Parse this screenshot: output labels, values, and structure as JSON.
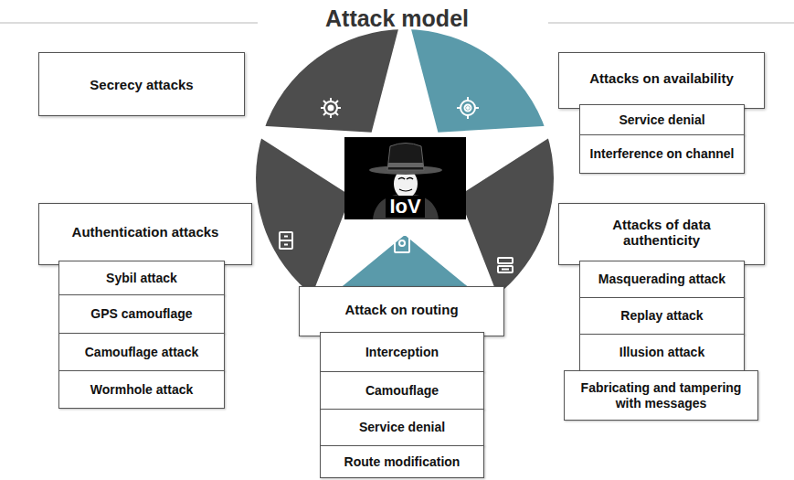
{
  "diagram": {
    "title": "Attack model",
    "nodes": [
      {
        "text": [
          "Secrecy attacks"
        ]
      },
      {
        "text": [
          "Attacks on availability"
        ]
      },
      {
        "text": [
          "Service denial"
        ]
      },
      {
        "text": [
          "Interference on channel"
        ]
      },
      {
        "text": [
          "IoV"
        ]
      },
      {
        "text": [
          "Authentication attacks"
        ]
      },
      {
        "text": [
          "Sybil attack"
        ]
      },
      {
        "text": [
          "GPS camouflage"
        ]
      },
      {
        "text": [
          "Camouflage attack"
        ]
      },
      {
        "text": [
          "Wormhole attack"
        ]
      },
      {
        "text": [
          "Attacks of data authenticity"
        ]
      },
      {
        "text": [
          "Masquerading attack"
        ]
      },
      {
        "text": [
          "Replay attack"
        ]
      },
      {
        "text": [
          "Illusion attack"
        ]
      },
      {
        "text": [
          "Fabricating and tampering with messages"
        ]
      },
      {
        "text": [
          "Attack on routing"
        ]
      },
      {
        "text": [
          "Interception"
        ]
      },
      {
        "text": [
          "Camouflage"
        ]
      },
      {
        "text": [
          "Service denial"
        ]
      },
      {
        "text": [
          "Route modification"
        ]
      }
    ]
  }
}
